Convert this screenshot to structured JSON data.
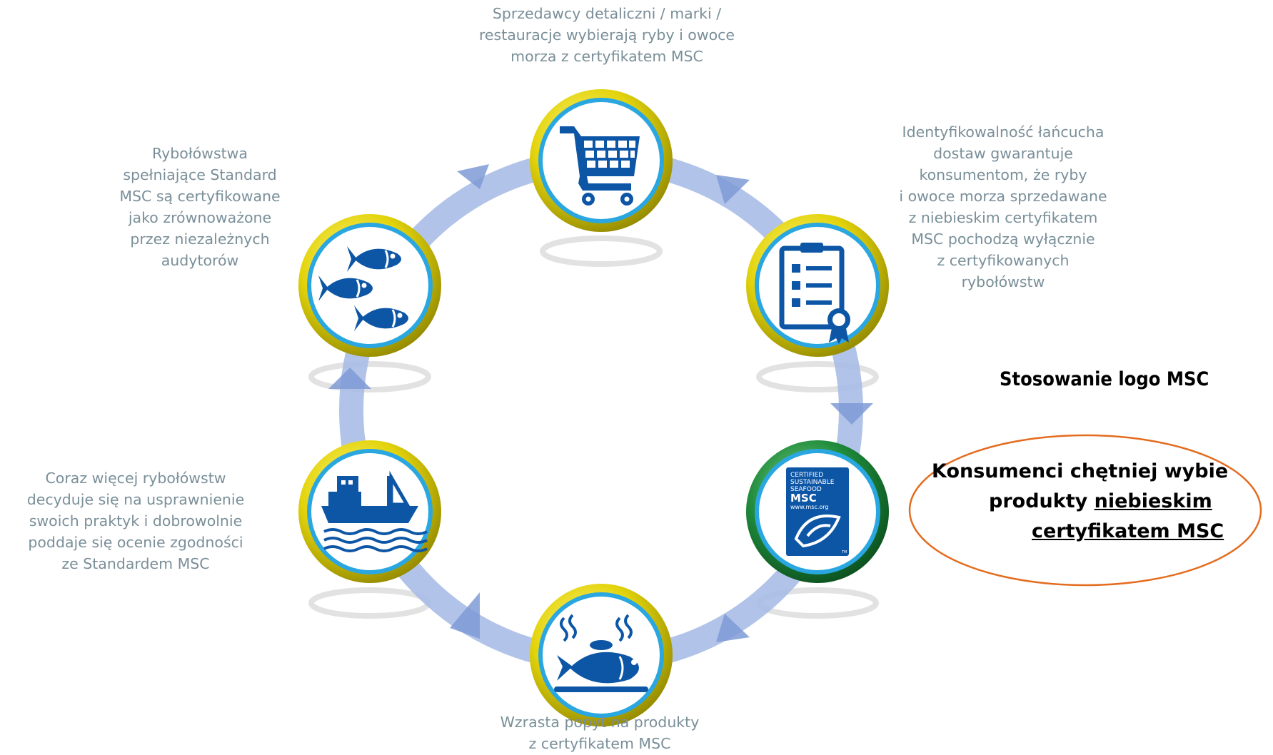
{
  "colors": {
    "accent_blue": "#0d56a6",
    "ring_yellow": "#e2d20a",
    "ring_green": "#1e8a3a",
    "inner_ring": "#2aa7e0",
    "arrow_blue": "#9fb4e0",
    "caption_gray": "#7a8f99",
    "ellipse_orange": "#e46c1f"
  },
  "steps": [
    {
      "id": "retail",
      "icon": "shopping-cart-icon",
      "caption_lines": [
        "Sprzedawcy detaliczni / marki /",
        "restauracje wybierają ryby i owoce",
        "morza z certyfikatem MSC"
      ]
    },
    {
      "id": "traceability",
      "icon": "certificate-checklist-icon",
      "caption_lines": [
        "Identyfikowalność łańcucha",
        "dostaw gwarantuje",
        "konsumentom, że ryby",
        "i owoce morza sprzedawane",
        "z niebieskim certyfikatem",
        "MSC pochodzą wyłącznie",
        "z certyfikowanych",
        "rybołówstw"
      ]
    },
    {
      "id": "msc-label",
      "icon": "msc-label-icon",
      "label_lines": [
        "CERTIFIED",
        "SUSTAINABLE",
        "SEAFOOD",
        "MSC",
        "www.msc.org",
        "TM"
      ]
    },
    {
      "id": "demand",
      "icon": "cooked-fish-plate-icon",
      "caption_lines": [
        "Wzrasta popyt na produkty",
        "z certyfikatem MSC"
      ]
    },
    {
      "id": "improve",
      "icon": "fishing-boat-icon",
      "caption_lines": [
        "Coraz więcej rybołówstw",
        "decyduje się na usprawnienie",
        "swoich praktyk i dobrowolnie",
        "poddaje się ocenie zgodności",
        "ze Standardem MSC"
      ]
    },
    {
      "id": "certified",
      "icon": "three-fish-icon",
      "caption_lines": [
        "Rybołówstwa",
        "spełniające Standard",
        "MSC są certyfikowane",
        "jako zrównoważone",
        "przez niezależnych",
        "audytorów"
      ]
    }
  ],
  "logo_usage": {
    "title": "Stosowanie logo MSC",
    "box_line1": "Konsumenci chętniej wybie",
    "box_line2_plain": "produkty ",
    "box_line2_underlined": "niebieskim",
    "box_line3_underlined": "certyfikatem MSC"
  }
}
